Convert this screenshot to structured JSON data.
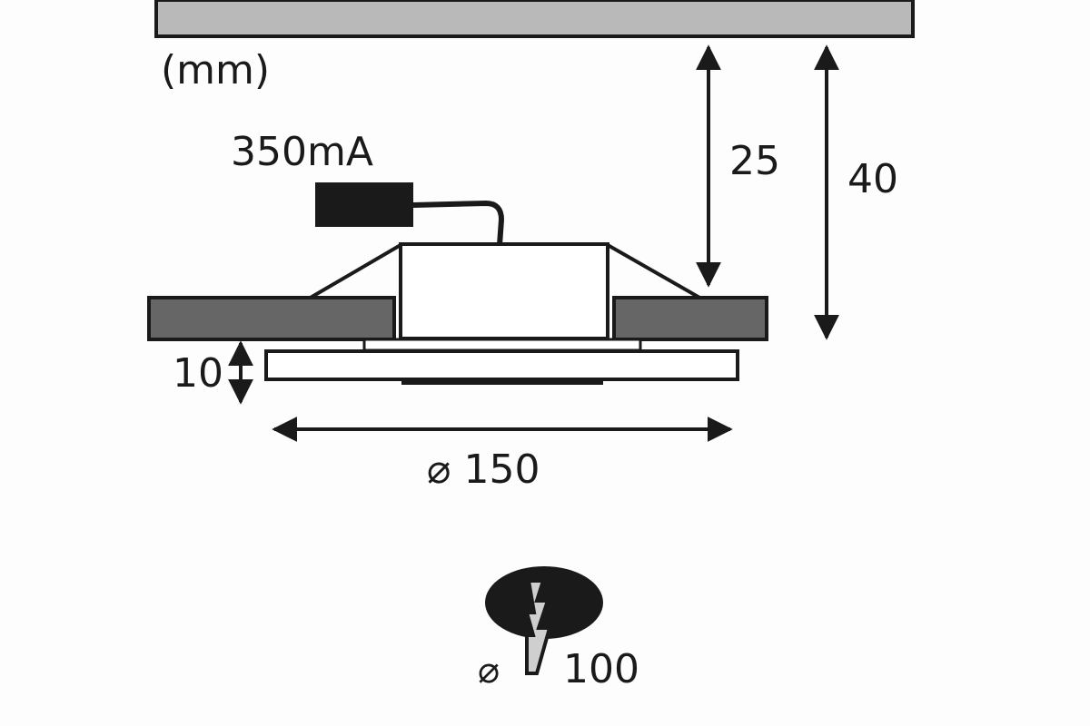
{
  "unit_label": "(mm)",
  "current_label": "350mA",
  "dimensions": {
    "recess_depth": "25",
    "total_height": "40",
    "visible_height": "10",
    "outer_diameter": "⌀ 150",
    "cutout_symbol": "⌀",
    "cutout_diameter": "100"
  },
  "colors": {
    "ceiling": "#b9b9b9",
    "panel": "#666666",
    "ink": "#1a1a1a",
    "drill_bit": "#cfcfcf"
  }
}
